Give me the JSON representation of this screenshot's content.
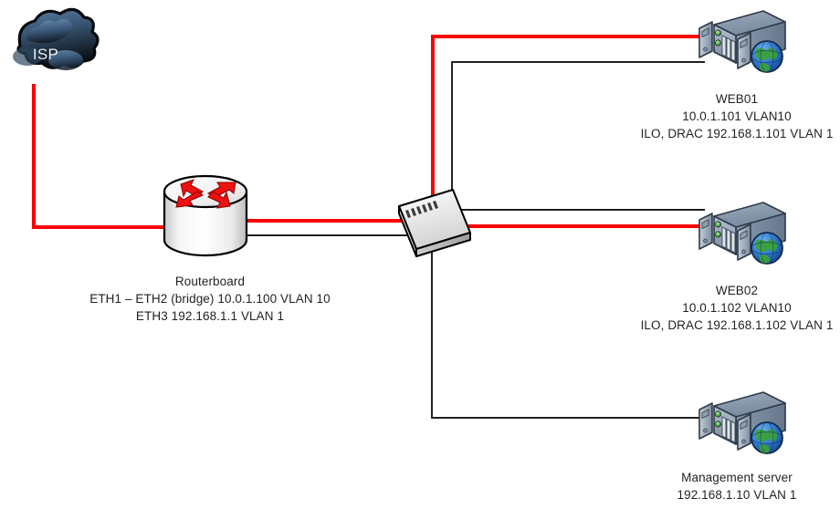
{
  "diagram": {
    "title": "Network topology diagram",
    "background_color": "#ffffff",
    "link_colors": {
      "vlan10_trunk": "#fe0000",
      "management_vlan1": "#000000"
    },
    "nodes": [
      {
        "id": "isp",
        "type": "cloud",
        "label": "ISP",
        "label_color": "#e8eef5"
      },
      {
        "id": "routerboard",
        "type": "router",
        "name": "Routerboard",
        "line2": "ETH1 – ETH2 (bridge) 10.0.1.100 VLAN 10",
        "line3": "ETH3 192.168.1.1 VLAN 1"
      },
      {
        "id": "switch",
        "type": "switch",
        "name": ""
      },
      {
        "id": "web01",
        "type": "server",
        "name": "WEB01",
        "line2": "10.0.1.101 VLAN10",
        "line3": "ILO, DRAC 192.168.1.101 VLAN 1"
      },
      {
        "id": "web02",
        "type": "server",
        "name": "WEB02",
        "line2": "10.0.1.102 VLAN10",
        "line3": "ILO, DRAC 192.168.1.102 VLAN 1"
      },
      {
        "id": "mgmt",
        "type": "server",
        "name": "Management server",
        "line2": "192.168.1.10 VLAN 1",
        "line3": ""
      }
    ]
  }
}
